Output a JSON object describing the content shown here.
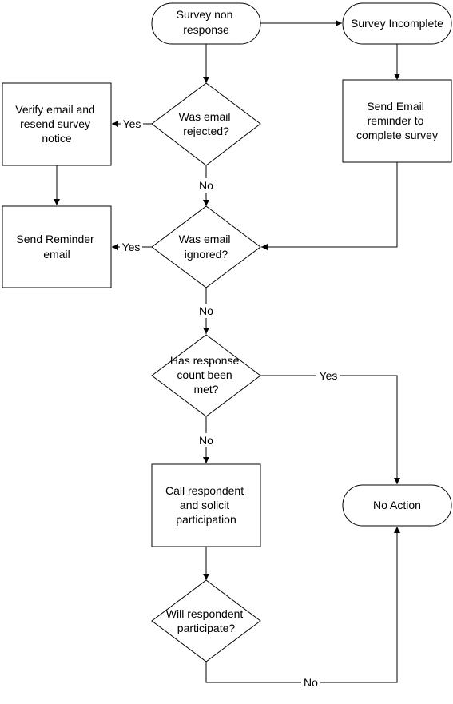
{
  "nodes": {
    "survey_non_response": {
      "type": "terminal",
      "lines": [
        "Survey non",
        "response"
      ]
    },
    "survey_incomplete": {
      "type": "terminal",
      "lines": [
        "Survey Incomplete"
      ]
    },
    "was_email_rejected": {
      "type": "decision",
      "lines": [
        "Was email",
        "rejected?"
      ]
    },
    "verify_email": {
      "type": "process",
      "lines": [
        "Verify email and",
        "resend survey",
        "notice"
      ]
    },
    "send_email_reminder": {
      "type": "process",
      "lines": [
        "Send Email",
        "reminder to",
        "complete survey"
      ]
    },
    "was_email_ignored": {
      "type": "decision",
      "lines": [
        "Was email",
        "ignored?"
      ]
    },
    "send_reminder_email": {
      "type": "process",
      "lines": [
        "Send Reminder",
        "email"
      ]
    },
    "response_count_met": {
      "type": "decision",
      "lines": [
        "Has response",
        "count been",
        "met?"
      ]
    },
    "no_action": {
      "type": "terminal",
      "lines": [
        "No Action"
      ]
    },
    "call_respondent": {
      "type": "process",
      "lines": [
        "Call respondent",
        "and solicit",
        "participation"
      ]
    },
    "will_participate": {
      "type": "decision",
      "lines": [
        "Will respondent",
        "participate?"
      ]
    }
  },
  "edge_labels": {
    "rejected_yes": "Yes",
    "rejected_no": "No",
    "ignored_yes": "Yes",
    "ignored_no": "No",
    "count_yes": "Yes",
    "count_no": "No",
    "participate_no": "No"
  },
  "colors": {
    "stroke": "#000000",
    "fill": "#ffffff",
    "text": "#000000"
  }
}
